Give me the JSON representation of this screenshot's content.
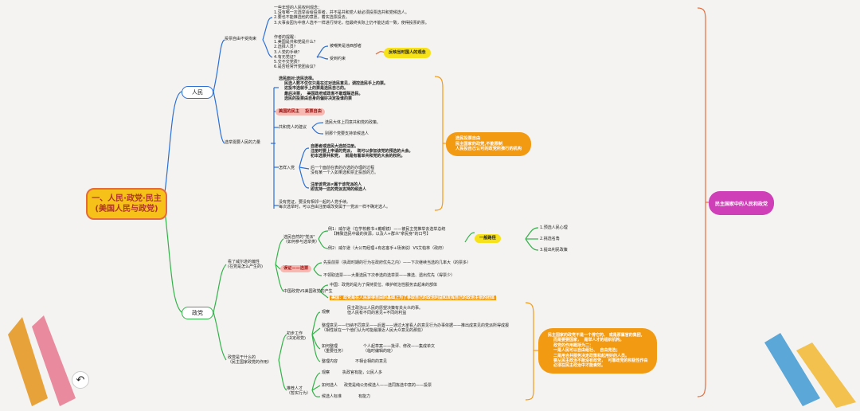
{
  "root": "一、人民·政党·民主\n(美国人民与政党)",
  "right_node": "民主国家中的人民和政党",
  "branches": {
    "people": "人民",
    "party": "政党"
  },
  "people": {
    "vote_not_free": "投票自由不受拘束",
    "vote_reasons": "一些年轻的人民权利观念：\n1.没有哪一次选举会给投票者，并不是共和党人就必须投票选共和党候选人。\n2.要也不能推选他的意愿，着实选票投去。\n3.大事会因为中意人选不一样进行辩论，但最终实际上仍不能达成一致，使得投票的票。",
    "author_problems": "作者的提醒：\n1.美国是共和党是什么？\n2.选择人员？\n3.人党的手续？\n4.有无党证？\n5.交不交党费？\n6.是否经常开党团会议？",
    "pt1": "被嘲笑是违西部者",
    "pt2": "受到约束",
    "refute": "反映当时国人的观念",
    "vote_power": "选举需要人民的力量",
    "power_text": "选民面对:选民选择。\n    民选人数不仅仅只是在过对选民意见，调控选民手上的票。\n    这投市选就手上的票是选民自己的。\n    最后决票，  美国政府或政客不敢理睬选民。\n    选民的投票由自身的偏好决定投谁的票",
    "democracy_tag": "美国的民主    投票自由",
    "gen_vote": "共和党人的建议",
    "gen_a": "选民大体上同意共和党的政策。",
    "gen_b": "别那个党要支持单候选人",
    "how_join": "怎样入党",
    "join_a": "自愿者或选民大选前注册。\n注册时要上申请的党派，  既可以参加该党的预选的大会。\n初本选票共和党，  就是有着单共和党的大会的权利。",
    "join_b": "后一个面前在表的办选的办理的过程\n没有某一个入如果选和票正投放的方。",
    "join_c": "注册该党派≠属于该党派的人\n即支持一这的党派支持的候选人",
    "no_card": "没有党证，要没有相邻一起的人党手续。\n每次选举时，可以自由注册或改变属于一党派一样不确定选人。",
    "orange_summary": "选民投票自由\n民主国家的政党,不能限制\n人民投自己认可的政党所推行的机构"
  },
  "party": {
    "how_produce": "看了威尔逊的偏性\n(在党是怎么产生的)",
    "voter_tag": "选民自然的\"党派\"\n（如何参与选举类）",
    "ex1": "例1：威尔逊（在学校教书+戴眼镜）——被民主党推举去选举总统\n   【精致选民中最的资源，以及人+群众\"拿民身\"的口号】",
    "ex2": "例2：威尔逊（大公司经理+有名客手+场演说）VS艾帕林（政府）",
    "general": "一般路径",
    "path1": "1.预选人民心理",
    "path2": "2.挑选名角",
    "path3": "3.提出利民政策",
    "mislead_tag": "误证——选票",
    "mis1": "先投前票（执政时期的行为在政府优先之内）——下次继续当选的几率大（的票多）",
    "mis2": "不领取选票——大量选民下次参选的选举票——推选、遗出优先（得票少）",
    "cn_vs": "中国政党VS美国政党的产生",
    "cn_text": "中国：政党的是为了保持爱位、维护统治性服务去起来的部体",
    "us_text": "美国：政党是在人民获得自由的基础上为了争取自己的政治利益和发挥自己的政治主张的团体",
    "work_title": "政党是干什么的\n（民主国家政党的作用）",
    "prelim": "初步工作\n(决定政党)",
    "observe": "观察",
    "observe_text": "民主政治以人民的愿望决策有关大众的事。\n但人民有不同的意见+不同的利益",
    "organize": "整理意见——归纳不同意见——后置——通过大家看人的意见行为办事依据——推出成意见的党派所得成报\n（相性就在一个他们认为可能最接近人民大众意见的那些）",
    "org_tag": "如何整理\n（重要任务）",
    "org_text": "个人起草案——批评、修改——集成单文\n（临时编辑的班）",
    "org_content": "整理内容",
    "org_content_text": "不相合相的的意见",
    "recommend": "推荐人才\n（暂实行为）",
    "rec_view": "观察",
    "rec_view_text": "执政官有能，公民人多",
    "how_pick": "如何选人",
    "how_pick_text": "政党是纯公务候选人——选同拣选中意的——投票",
    "candidate": "候选人标准",
    "candidate_text": "有能力",
    "orange_summary": "民主国家的政党不是一个排它的、 或是那属官的集团,\n    而是要要国家，  是举人才的组织机构。\n    政党的作用概括为二：\n    一是人民可以自由组社、  自由竞选；\n    二是用合并服务决定政策和起用好的人员。\n    要从民主政治不能没有政党，  可靠政党的积极性作由\n    必须在民主政治中才能奏效。"
  }
}
